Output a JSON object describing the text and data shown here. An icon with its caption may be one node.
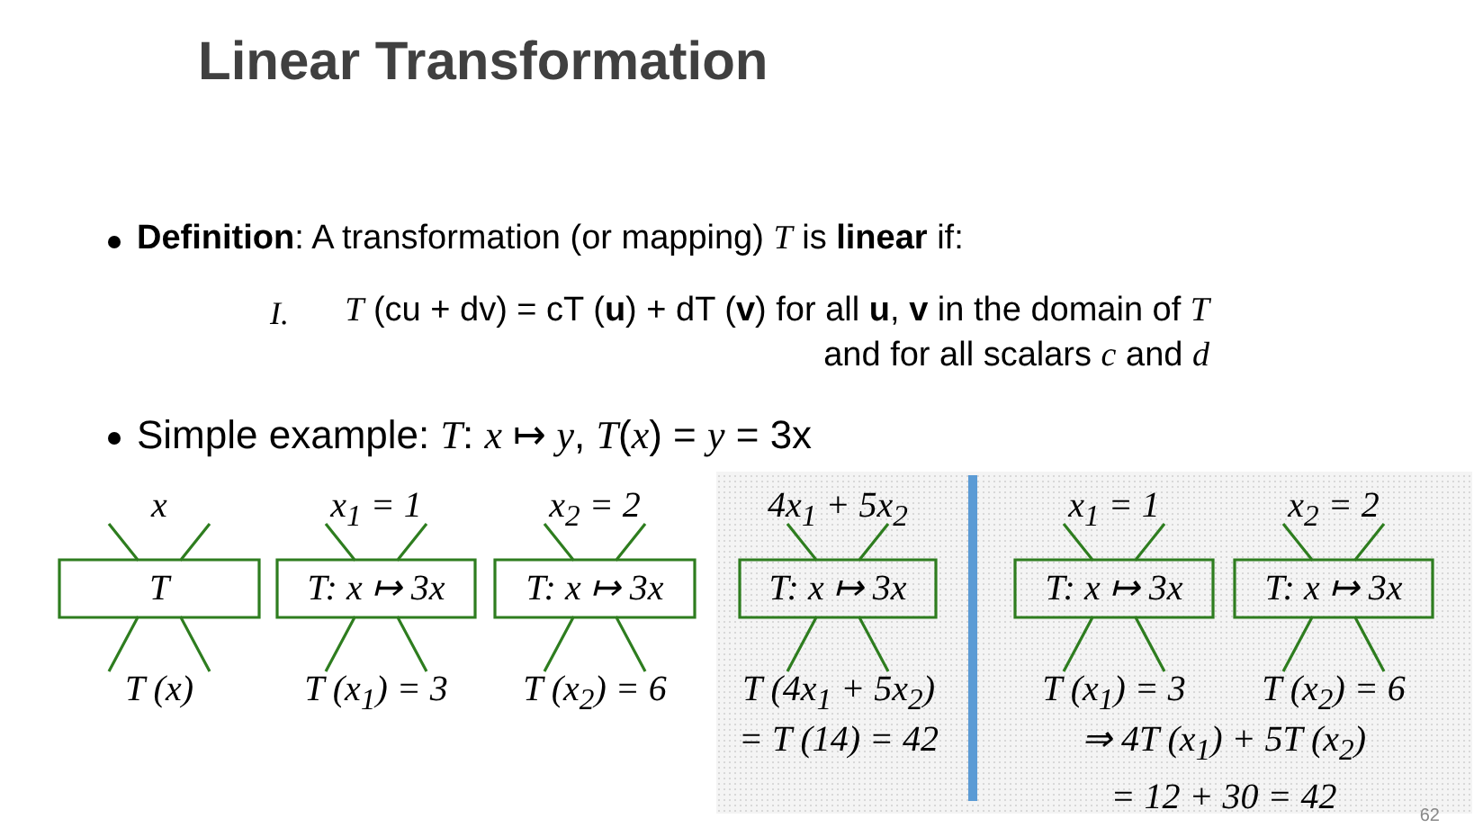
{
  "diagram": {
    "title": "Linear Transformation",
    "nodes": [
      {
        "text": [
          "x"
        ]
      },
      {
        "text": [
          "T"
        ]
      },
      {
        "text": [
          "T (x)"
        ]
      },
      {
        "text": [
          "x$_{1}$ = 1"
        ]
      },
      {
        "text": [
          "T: x ↦ 3x"
        ]
      },
      {
        "text": [
          "T (x$_{1}$) = 3"
        ]
      },
      {
        "text": [
          "x$_{2}$ = 2"
        ]
      },
      {
        "text": [
          "T: x ↦ 3x"
        ]
      },
      {
        "text": [
          "T (x$_{2}$) = 6"
        ]
      },
      {
        "text": [
          "4x$_{1}$ + 5x$_{2}$"
        ]
      },
      {
        "text": [
          "T: x ↦ 3x"
        ]
      },
      {
        "text": [
          "T (4x$_{1}$ + 5x$_{2}$) = T (14) = 42"
        ]
      },
      {
        "text": [
          "x$_{1}$ = 1"
        ]
      },
      {
        "text": [
          "T: x ↦ 3x"
        ]
      },
      {
        "text": [
          "T (x$_{1}$) = 3"
        ]
      },
      {
        "text": [
          "x$_{2}$ = 2"
        ]
      },
      {
        "text": [
          "T: x ↦ 3x"
        ]
      },
      {
        "text": [
          "T (x$_{2}$) = 6"
        ]
      }
    ],
    "edges": [
      {
        "from": 0,
        "to": 1,
        "arrow": "none"
      },
      {
        "from": 1,
        "to": 2,
        "arrow": "none"
      },
      {
        "from": 3,
        "to": 4,
        "arrow": "none"
      },
      {
        "from": 4,
        "to": 5,
        "arrow": "none"
      },
      {
        "from": 6,
        "to": 7,
        "arrow": "none"
      },
      {
        "from": 7,
        "to": 8,
        "arrow": "none"
      },
      {
        "from": 9,
        "to": 10,
        "arrow": "none"
      },
      {
        "from": 10,
        "to": 11,
        "arrow": "none"
      },
      {
        "from": 12,
        "to": 13,
        "arrow": "none"
      },
      {
        "from": 13,
        "to": 14,
        "arrow": "none"
      },
      {
        "from": 15,
        "to": 16,
        "arrow": "none"
      },
      {
        "from": 16,
        "to": 17,
        "arrow": "none"
      }
    ],
    "labels": [
      "**Definition**: A transformation (or mapping) *T* is **linear** if:",
      "I.",
      "*T* (cu + dv) = cT (**u**) + dT (**v**) for all **u**, **v** in the domain of *T* and for all scalars *c* and *d*",
      "Simple example: *T*: *x* ↦ *y*, *T*(*x*) = *y* = 3x",
      "⇒ 4T (x$_{1}$) + 5T (x$_{2}$) = 12 + 30 = 42",
      "62"
    ]
  }
}
